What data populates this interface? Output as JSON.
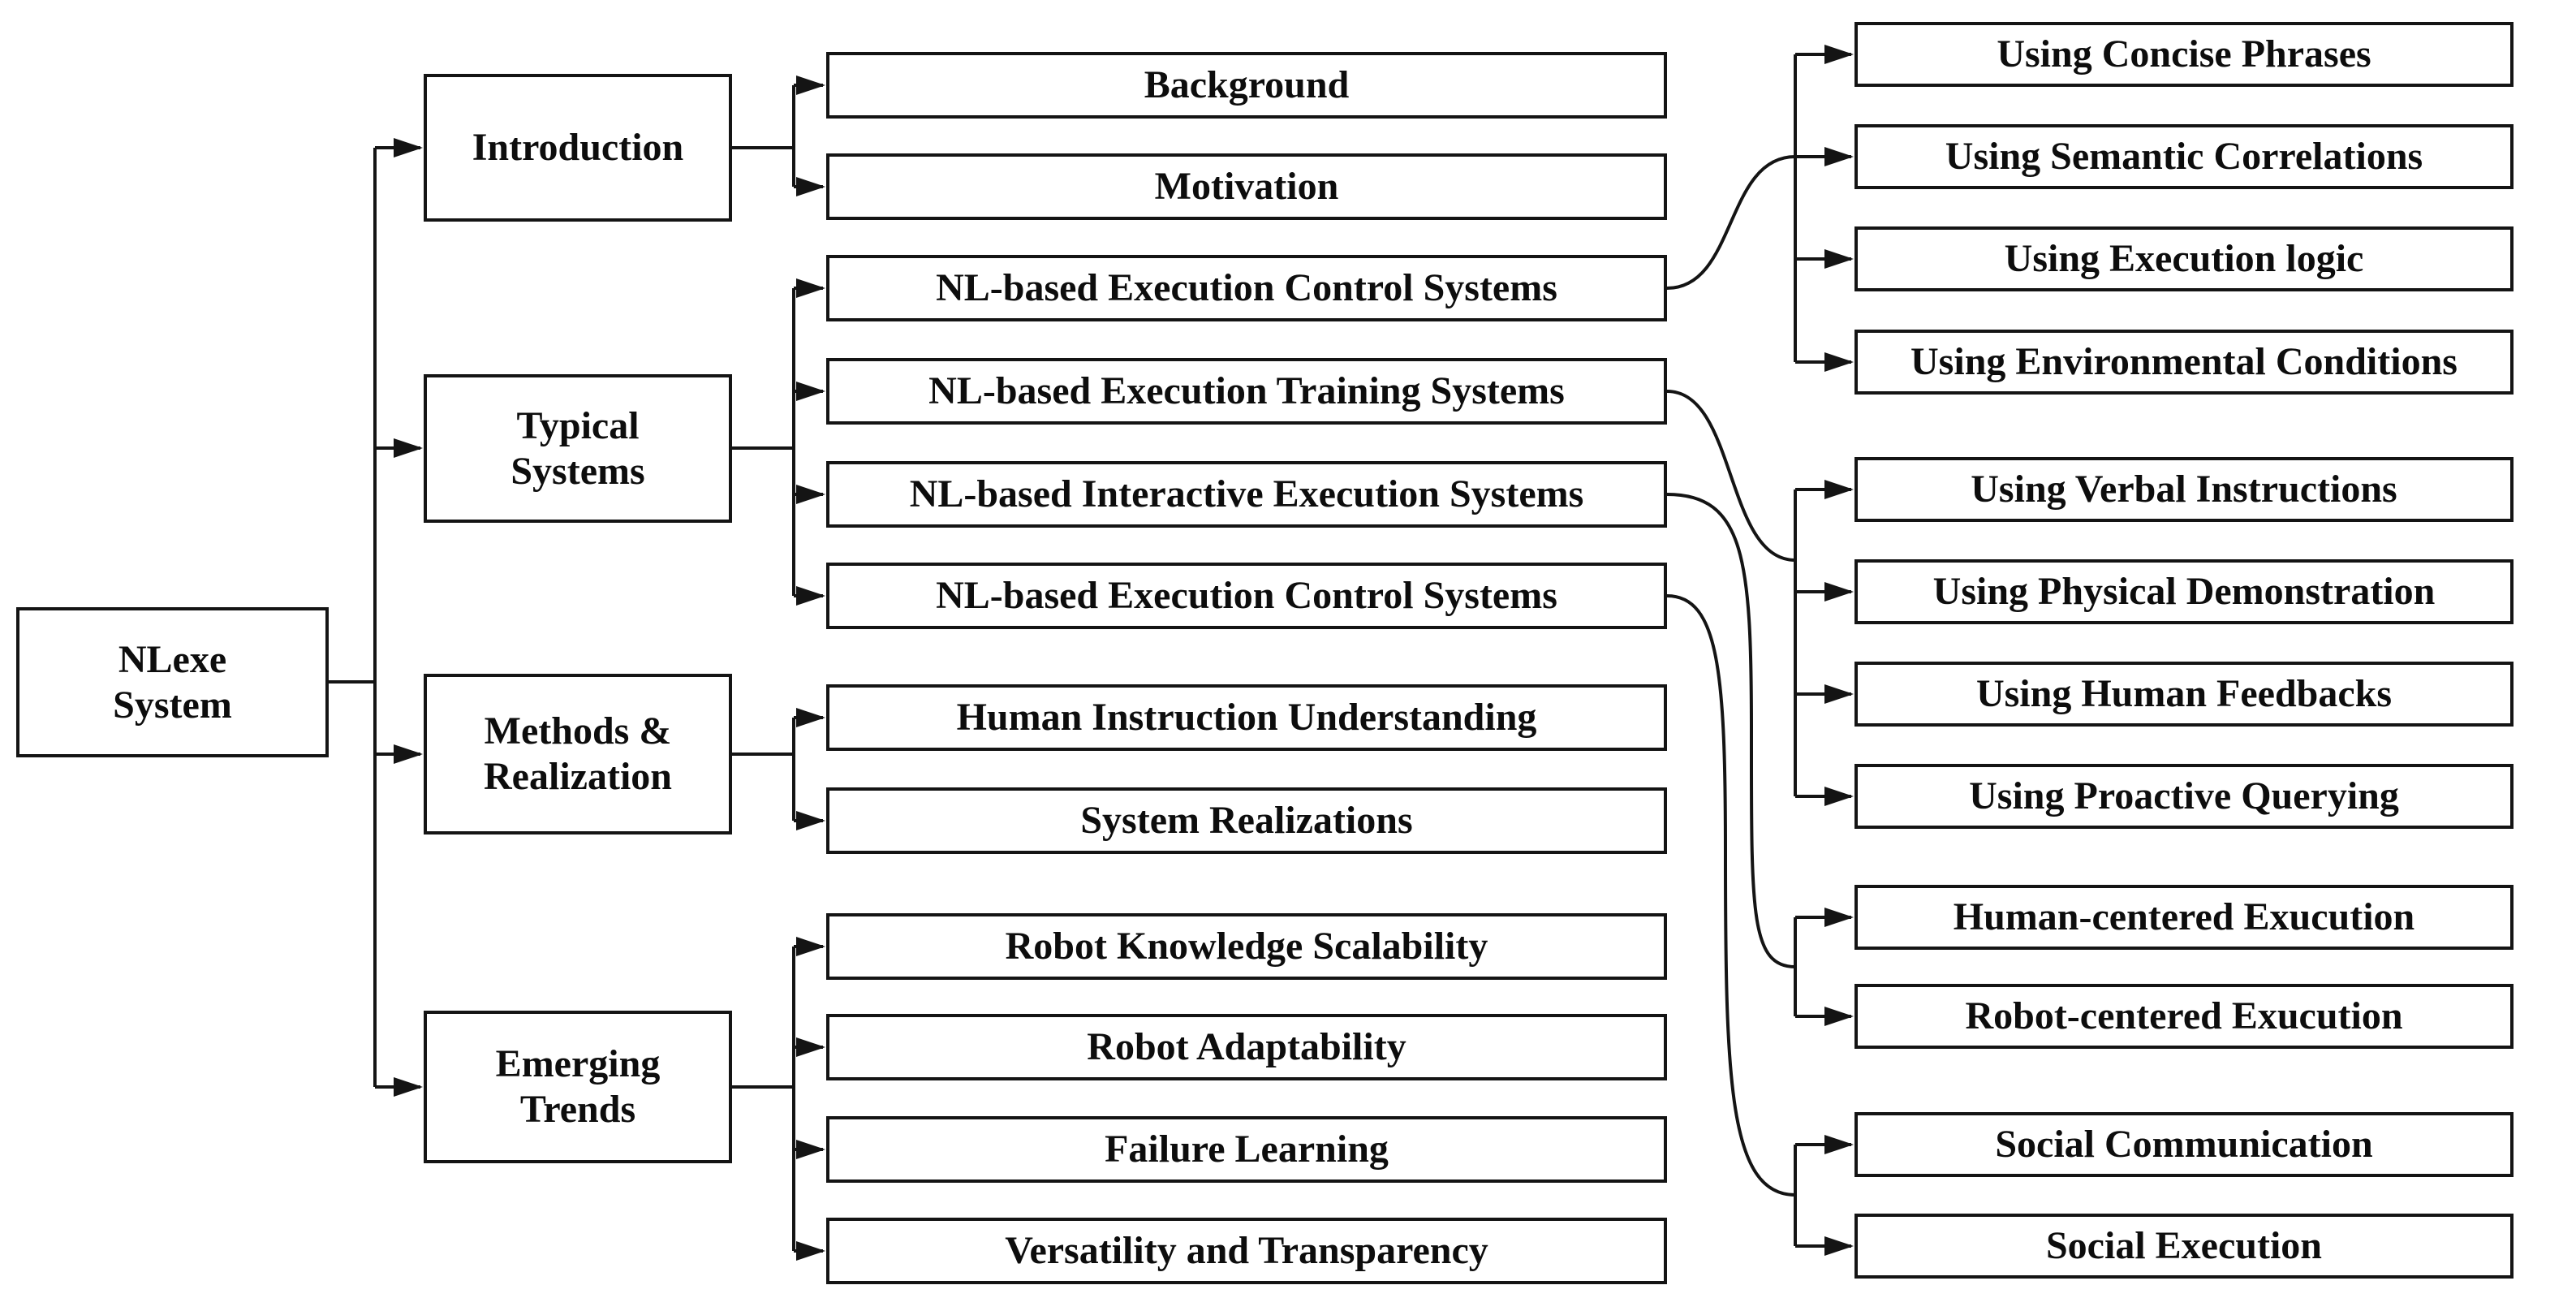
{
  "colors": {
    "line": "#141414",
    "box_border": "#141414",
    "box_fill": "#ffffff",
    "text": "#0d0d0d",
    "background": "#ffffff"
  },
  "diagram": {
    "root": {
      "label": "NLexe System"
    },
    "branches": [
      {
        "label": "Introduction",
        "children": [
          {
            "label": "Background"
          },
          {
            "label": "Motivation"
          }
        ]
      },
      {
        "label": "Typical Systems",
        "children": [
          {
            "label": "NL-based Execution Control Systems",
            "grandchildren": [
              "Using Concise Phrases",
              "Using Semantic Correlations",
              "Using Execution logic",
              "Using Environmental Conditions"
            ]
          },
          {
            "label": "NL-based Execution Training Systems",
            "grandchildren": [
              "Using Verbal Instructions",
              "Using Physical Demonstration",
              "Using Human Feedbacks",
              "Using Proactive Querying"
            ]
          },
          {
            "label": "NL-based Interactive Execution Systems",
            "grandchildren": [
              "Human-centered Exucution",
              "Robot-centered Exucution"
            ]
          },
          {
            "label": "NL-based Execution Control Systems",
            "grandchildren": [
              "Social Communication",
              "Social Execution"
            ]
          }
        ]
      },
      {
        "label": "Methods & Realization",
        "children": [
          {
            "label": "Human Instruction Understanding"
          },
          {
            "label": "System Realizations"
          }
        ]
      },
      {
        "label": "Emerging Trends",
        "children": [
          {
            "label": "Robot Knowledge Scalability"
          },
          {
            "label": "Robot Adaptability"
          },
          {
            "label": "Failure Learning"
          },
          {
            "label": "Versatility and Transparency"
          }
        ]
      }
    ]
  }
}
